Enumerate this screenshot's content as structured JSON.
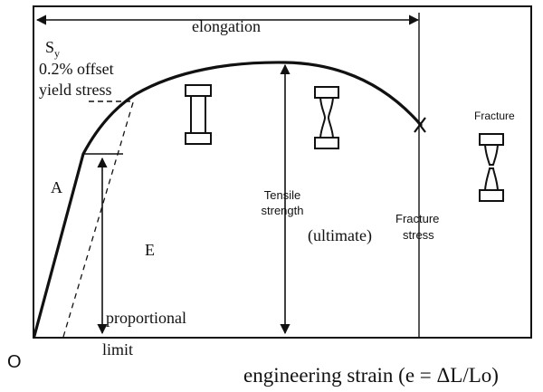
{
  "labels": {
    "elongation": "elongation",
    "sy_main": "S",
    "sy_sub": "y",
    "offset_line1": "0.2% offset",
    "offset_line2": "yield stress",
    "region_a": "A",
    "region_e": "E",
    "proportional": "proportional",
    "limit": "limit",
    "origin": "O",
    "tensile_line1": "Tensile",
    "tensile_line2": "strength",
    "ultimate": "(ultimate)",
    "fracture_line1": "Fracture",
    "fracture_line2": "stress",
    "fracture_specimen": "Fracture",
    "x_axis": "engineering strain (e = ΔL/Lo)"
  },
  "specimens": [
    {
      "name": "specimen-uniform",
      "state": "uniform"
    },
    {
      "name": "specimen-necking",
      "state": "necking"
    },
    {
      "name": "specimen-fractured",
      "state": "fractured"
    }
  ],
  "colors": {
    "ink": "#111111",
    "background": "#ffffff"
  }
}
